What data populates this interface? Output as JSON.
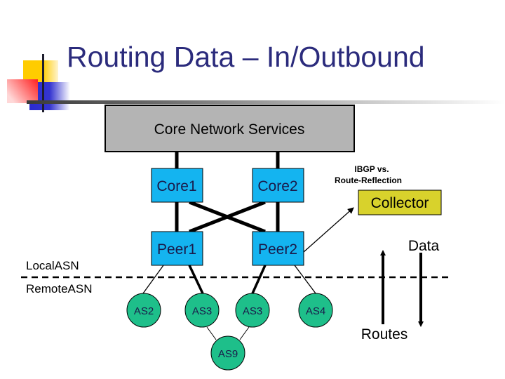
{
  "slide": {
    "title": "Routing Data – In/Outbound"
  },
  "diagram": {
    "core_services": {
      "label": "Core Network Services",
      "fill": "#b4b4b4"
    },
    "routers": [
      {
        "id": "core1",
        "label": "Core1"
      },
      {
        "id": "core2",
        "label": "Core2"
      },
      {
        "id": "peer1",
        "label": "Peer1"
      },
      {
        "id": "peer2",
        "label": "Peer2"
      }
    ],
    "router_fill": "#14b4f0",
    "router_text_color": "#1a1a4a",
    "collector": {
      "label": "Collector",
      "fill": "#d8d22c"
    },
    "ibgp_note": {
      "line1": "IBGP vs.",
      "line2": "Route-Reflection"
    },
    "zones": {
      "local": "LocalASN",
      "remote": "RemoteASN"
    },
    "as_nodes": [
      {
        "id": "as2",
        "label": "AS2"
      },
      {
        "id": "as3a",
        "label": "AS3"
      },
      {
        "id": "as3b",
        "label": "AS3"
      },
      {
        "id": "as4",
        "label": "AS4"
      },
      {
        "id": "as9",
        "label": "AS9"
      }
    ],
    "as_fill": "#1ebf8a",
    "flows": {
      "data": "Data",
      "routes": "Routes"
    }
  }
}
